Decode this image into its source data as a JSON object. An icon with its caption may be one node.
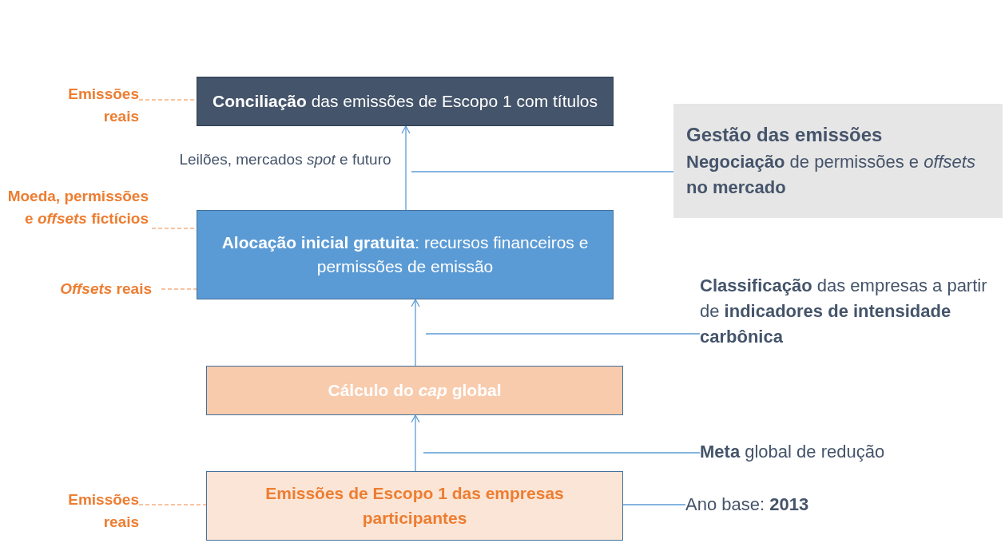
{
  "diagram": {
    "nodes": [
      {
        "text": [
          "**Conciliação** das emissões de Escopo 1 com títulos"
        ]
      },
      {
        "text": [
          "**Alocação inicial gratuita**: recursos financeiros e permissões de emissão"
        ]
      },
      {
        "text": [
          "Cálculo do *cap* global"
        ]
      },
      {
        "text": [
          "Emissões de Escopo 1 das empresas participantes"
        ]
      },
      {
        "text": [
          "Emissões reais"
        ]
      },
      {
        "text": [
          "Moeda, permissões e *offsets* fictícios"
        ]
      },
      {
        "text": [
          "*Offsets* reais"
        ]
      },
      {
        "text": [
          "Emissões reais"
        ]
      },
      {
        "text": [
          "Gestão das emissões",
          "**Negociação** de permissões e *offsets* **no mercado**"
        ]
      },
      {
        "text": [
          "**Classificação** das empresas a partir de **indicadores de intensidade carbônica**"
        ]
      },
      {
        "text": [
          "**Meta** global de redução"
        ]
      },
      {
        "text": [
          "Ano base: **2013**"
        ]
      }
    ],
    "edges": [
      {
        "from": 1,
        "to": 0,
        "arrow": "to",
        "label": "Leilões, mercados *spot* e futuro"
      },
      {
        "from": 2,
        "to": 1,
        "arrow": "to"
      },
      {
        "from": 3,
        "to": 2,
        "arrow": "to"
      },
      {
        "from": 4,
        "to": 0,
        "arrow": "none",
        "style": "dashed",
        "color": "#f4b183"
      },
      {
        "from": 5,
        "to": 1,
        "arrow": "none",
        "style": "dashed",
        "color": "#f4b183"
      },
      {
        "from": 6,
        "to": 1,
        "arrow": "none",
        "style": "dashed",
        "color": "#f4b183"
      },
      {
        "from": 7,
        "to": 3,
        "arrow": "none",
        "style": "dashed",
        "color": "#f4b183"
      },
      {
        "from": 8,
        "to": null,
        "arrow": "none"
      },
      {
        "from": 9,
        "to": null,
        "arrow": "none"
      },
      {
        "from": 10,
        "to": null,
        "arrow": "none"
      },
      {
        "from": 3,
        "to": 11,
        "arrow": "none"
      }
    ]
  }
}
